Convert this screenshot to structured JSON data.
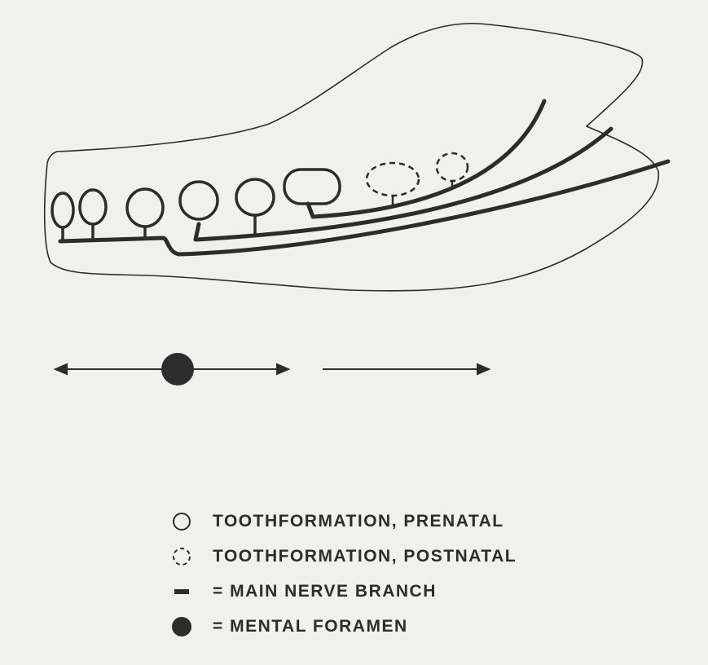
{
  "legend": {
    "items": [
      {
        "symbol": "circle-solid-outline-icon",
        "label": "TOOTHFORMATION, PRENATAL"
      },
      {
        "symbol": "circle-dashed-outline-icon",
        "label": "TOOTHFORMATION, POSTNATAL"
      },
      {
        "symbol": "bar-icon",
        "label": "= MAIN NERVE BRANCH"
      },
      {
        "symbol": "filled-dot-icon",
        "label": "= MENTAL FORAMEN"
      }
    ]
  },
  "colors": {
    "background": "#f0f0ee",
    "ink": "#2c2c2c"
  }
}
